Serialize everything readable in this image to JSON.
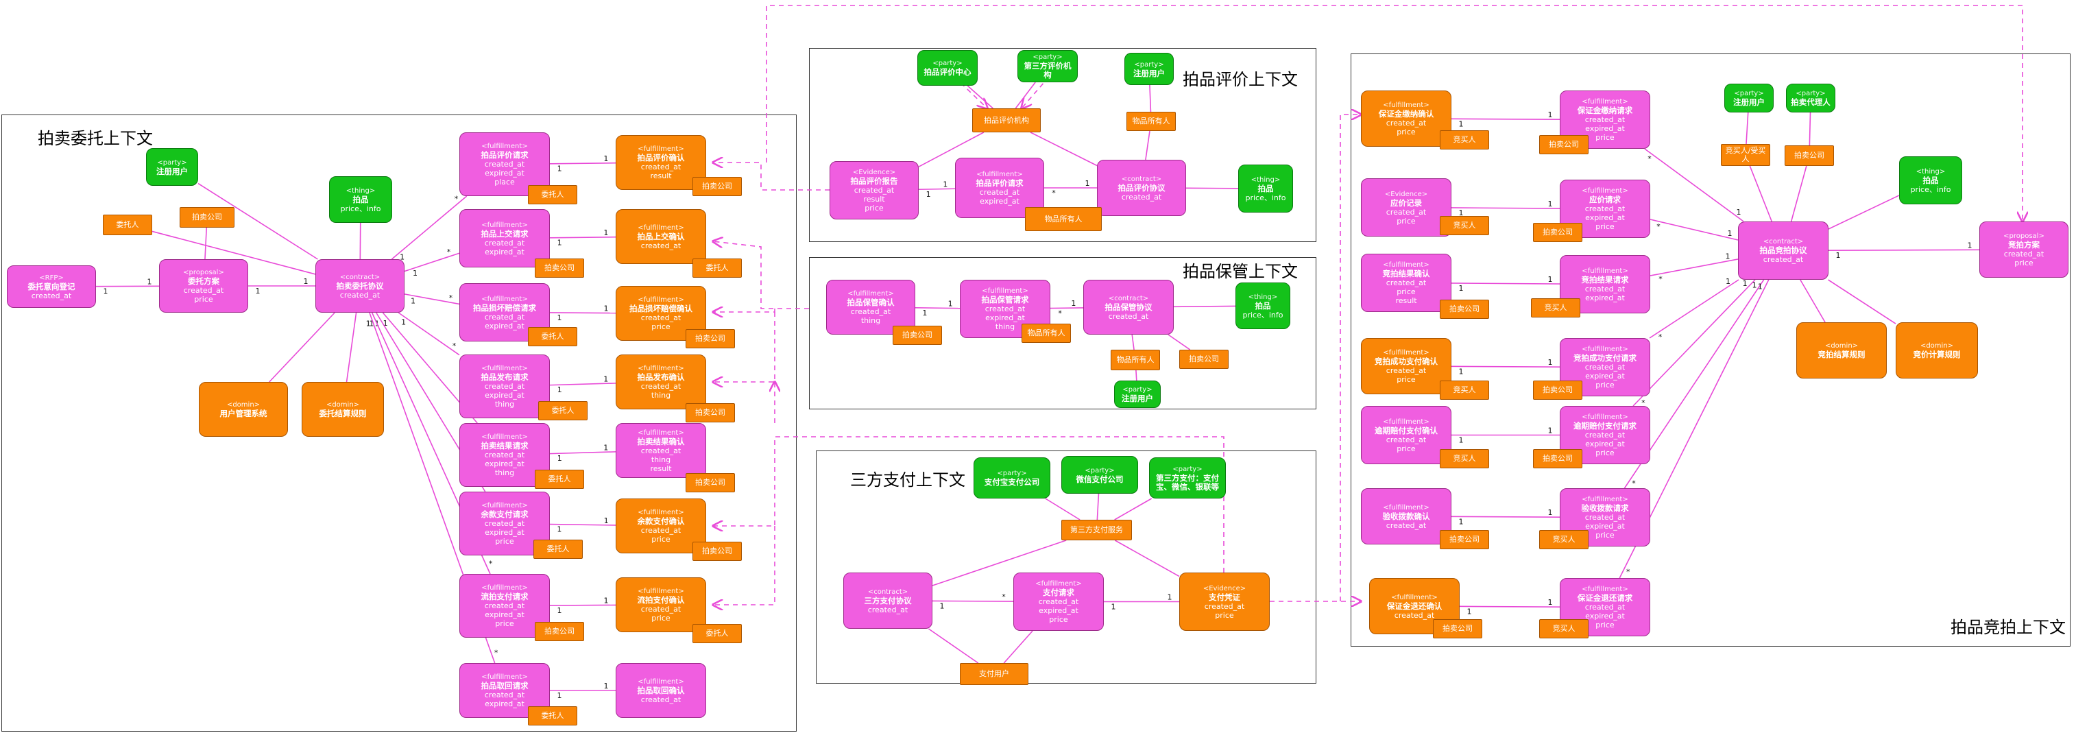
{
  "contexts": [
    {
      "id": "consign",
      "title": "拍卖委托上下文"
    },
    {
      "id": "appraise",
      "title": "拍品评价上下文"
    },
    {
      "id": "custody",
      "title": "拍品保管上下文"
    },
    {
      "id": "pay",
      "title": "三方支付上下文"
    },
    {
      "id": "bid",
      "title": "拍品竞拍上下文"
    }
  ],
  "nodes": [
    {
      "id": "rfp",
      "color": "pink",
      "stereo": "<RFP>",
      "name": "委托意向登记",
      "attrs": "created_at"
    },
    {
      "id": "proposal",
      "color": "pink",
      "stereo": "<proposal>",
      "name": "委托方案",
      "attrs": "created_at\nprice"
    },
    {
      "id": "consign_contract",
      "color": "pink",
      "stereo": "<contract>",
      "name": "拍卖委托协议",
      "attrs": "created_at"
    },
    {
      "id": "party_reg1",
      "color": "green",
      "stereo": "<party>",
      "name": "注册用户",
      "attrs": ""
    },
    {
      "id": "thing1",
      "color": "green",
      "stereo": "<thing>",
      "name": "拍品",
      "attrs": "price、info"
    },
    {
      "id": "domin_user",
      "color": "orange",
      "stereo": "<domin>",
      "name": "用户管理系统",
      "attrs": ""
    },
    {
      "id": "domin_fee",
      "color": "orange",
      "stereo": "<domin>",
      "name": "委托结算规则",
      "attrs": ""
    },
    {
      "id": "req_eval",
      "color": "pink",
      "stereo": "<fulfillment>",
      "name": "拍品评价请求",
      "attrs": "created_at\nexpired_at\nplace"
    },
    {
      "id": "req_ship",
      "color": "pink",
      "stereo": "<fulfillment>",
      "name": "拍品上交请求",
      "attrs": "created_at\nexpired_at"
    },
    {
      "id": "req_comp",
      "color": "pink",
      "stereo": "<fulfillment>",
      "name": "拍品损坏赔偿请求",
      "attrs": "created_at\nexpired_at"
    },
    {
      "id": "req_pub",
      "color": "pink",
      "stereo": "<fulfillment>",
      "name": "拍品发布请求",
      "attrs": "created_at\nexpired_at\nthing"
    },
    {
      "id": "req_res",
      "color": "pink",
      "stereo": "<fulfillment>",
      "name": "拍卖结果请求",
      "attrs": "created_at\nexpired_at\nthing"
    },
    {
      "id": "req_rest",
      "color": "pink",
      "stereo": "<fulfillment>",
      "name": "余款支付请求",
      "attrs": "created_at\nexpired_at\nprice"
    },
    {
      "id": "req_fail",
      "color": "pink",
      "stereo": "<fulfillment>",
      "name": "流拍支付请求",
      "attrs": "created_at\nexpired_at\nprice"
    },
    {
      "id": "req_back",
      "color": "pink",
      "stereo": "<fulfillment>",
      "name": "拍品取回请求",
      "attrs": "created_at\nexpired_at"
    },
    {
      "id": "cf_eval",
      "color": "orange",
      "stereo": "<fulfillment>",
      "name": "拍品评价确认",
      "attrs": "created_at\nresult"
    },
    {
      "id": "cf_ship",
      "color": "orange",
      "stereo": "<fulfillment>",
      "name": "拍品上交确认",
      "attrs": "created_at"
    },
    {
      "id": "cf_comp",
      "color": "orange",
      "stereo": "<fulfillment>",
      "name": "拍品损坏赔偿确认",
      "attrs": "created_at\nprice"
    },
    {
      "id": "cf_pub",
      "color": "orange",
      "stereo": "<fulfillment>",
      "name": "拍品发布确认",
      "attrs": "created_at\nthing"
    },
    {
      "id": "cf_res",
      "color": "pink",
      "stereo": "<fulfillment>",
      "name": "拍卖结果确认",
      "attrs": "created_at\nthing\nresult"
    },
    {
      "id": "cf_rest",
      "color": "orange",
      "stereo": "<fulfillment>",
      "name": "余款支付确认",
      "attrs": "created_at\nprice"
    },
    {
      "id": "cf_fail",
      "color": "orange",
      "stereo": "<fulfillment>",
      "name": "流拍支付确认",
      "attrs": "created_at\nprice"
    },
    {
      "id": "cf_back",
      "color": "pink",
      "stereo": "<fulfillment>",
      "name": "拍品取回确认",
      "attrs": "created_at"
    },
    {
      "id": "p_center",
      "color": "green",
      "stereo": "<party>",
      "name": "拍品评价中心",
      "attrs": ""
    },
    {
      "id": "p_third",
      "color": "green",
      "stereo": "<party>",
      "name": "第三方评价机构",
      "attrs": ""
    },
    {
      "id": "p_reg2",
      "color": "green",
      "stereo": "<party>",
      "name": "注册用户",
      "attrs": ""
    },
    {
      "id": "ev_report",
      "color": "pink",
      "stereo": "<Evidence>",
      "name": "拍品评价报告",
      "attrs": "created_at\nresult\nprice"
    },
    {
      "id": "f_evalreq",
      "color": "pink",
      "stereo": "<fulfillment>",
      "name": "拍品评价请求",
      "attrs": "created_at\nexpired_at"
    },
    {
      "id": "c_eval",
      "color": "pink",
      "stereo": "<contract>",
      "name": "拍品评价协议",
      "attrs": "created_at"
    },
    {
      "id": "t_eval",
      "color": "green",
      "stereo": "<thing>",
      "name": "拍品",
      "attrs": "price、info"
    },
    {
      "id": "f_keepcf",
      "color": "pink",
      "stereo": "<fulfillment>",
      "name": "拍品保管确认",
      "attrs": "created_at\nthing"
    },
    {
      "id": "f_keepreq",
      "color": "pink",
      "stereo": "<fulfillment>",
      "name": "拍品保管请求",
      "attrs": "created_at\nexpired_at\nthing"
    },
    {
      "id": "c_keep",
      "color": "pink",
      "stereo": "<contract>",
      "name": "拍品保管协议",
      "attrs": "created_at"
    },
    {
      "id": "t_keep",
      "color": "green",
      "stereo": "<thing>",
      "name": "拍品",
      "attrs": "price、info"
    },
    {
      "id": "p_reg3",
      "color": "green",
      "stereo": "<party>",
      "name": "注册用户",
      "attrs": ""
    },
    {
      "id": "p_ali",
      "color": "green",
      "stereo": "<party>",
      "name": "支付宝支付公司",
      "attrs": ""
    },
    {
      "id": "p_wx",
      "color": "green",
      "stereo": "<party>",
      "name": "微信支付公司",
      "attrs": ""
    },
    {
      "id": "p_3rd",
      "color": "green",
      "stereo": "<party>",
      "name": "第三方支付：支付宝、微信、银联等",
      "attrs": ""
    },
    {
      "id": "c_pay",
      "color": "pink",
      "stereo": "<contract>",
      "name": "三方支付协议",
      "attrs": "created_at"
    },
    {
      "id": "f_pay",
      "color": "pink",
      "stereo": "<fulfillment>",
      "name": "支付请求",
      "attrs": "created_at\nexpired_at\nprice"
    },
    {
      "id": "ev_pay",
      "color": "orange",
      "stereo": "<Evidence>",
      "name": "支付凭证",
      "attrs": "created_at\nprice"
    },
    {
      "id": "b_dep",
      "color": "orange",
      "stereo": "<fulfillment>",
      "name": "保证金缴纳确认",
      "attrs": "created_at\nprice"
    },
    {
      "id": "b_bidrec",
      "color": "pink",
      "stereo": "<Evidence>",
      "name": "应价记录",
      "attrs": "created_at\nprice"
    },
    {
      "id": "b_endcf",
      "color": "pink",
      "stereo": "<fulfillment>",
      "name": "竞拍结果确认",
      "attrs": "created_at\nprice\nresult"
    },
    {
      "id": "b_sucpay",
      "color": "orange",
      "stereo": "<fulfillment>",
      "name": "竞拍成功支付确认",
      "attrs": "created_at\nprice"
    },
    {
      "id": "b_latecf",
      "color": "pink",
      "stereo": "<fulfillment>",
      "name": "逾期赔付支付确认",
      "attrs": "created_at\nprice"
    },
    {
      "id": "b_recvcf",
      "color": "pink",
      "stereo": "<fulfillment>",
      "name": "验收拨款确认",
      "attrs": "created_at"
    },
    {
      "id": "b_refcf",
      "color": "orange",
      "stereo": "<fulfillment>",
      "name": "保证金退还确认",
      "attrs": "created_at"
    },
    {
      "id": "b_depreq",
      "color": "pink",
      "stereo": "<fulfillment>",
      "name": "保证金缴纳请求",
      "attrs": "created_at\nexpired_at\nprice"
    },
    {
      "id": "b_bidreq",
      "color": "pink",
      "stereo": "<fulfillment>",
      "name": "应价请求",
      "attrs": "created_at\nexpired_at\nprice"
    },
    {
      "id": "b_endreq",
      "color": "pink",
      "stereo": "<fulfillment>",
      "name": "竞拍结果请求",
      "attrs": "created_at\nexpired_at"
    },
    {
      "id": "b_sucreq",
      "color": "pink",
      "stereo": "<fulfillment>",
      "name": "竞拍成功支付请求",
      "attrs": "created_at\nexpired_at\nprice"
    },
    {
      "id": "b_latereq",
      "color": "pink",
      "stereo": "<fulfillment>",
      "name": "逾期赔付支付请求",
      "attrs": "created_at\nexpired_at\nprice"
    },
    {
      "id": "b_recvreq",
      "color": "pink",
      "stereo": "<fulfillment>",
      "name": "验收拨款请求",
      "attrs": "created_at\nexpired_at\nprice"
    },
    {
      "id": "b_refreq",
      "color": "pink",
      "stereo": "<fulfillment>",
      "name": "保证金退还请求",
      "attrs": "created_at\nexpired_at\nprice"
    },
    {
      "id": "b_contract",
      "color": "pink",
      "stereo": "<contract>",
      "name": "拍品竞拍协议",
      "attrs": "created_at"
    },
    {
      "id": "b_proposal",
      "color": "pink",
      "stereo": "<proposal>",
      "name": "竞拍方案",
      "attrs": "created_at\nprice"
    },
    {
      "id": "p_reg4",
      "color": "green",
      "stereo": "<party>",
      "name": "注册用户",
      "attrs": ""
    },
    {
      "id": "p_agent",
      "color": "green",
      "stereo": "<party>",
      "name": "拍卖代理人",
      "attrs": ""
    },
    {
      "id": "t_bid",
      "color": "green",
      "stereo": "<thing>",
      "name": "拍品",
      "attrs": "price、info"
    },
    {
      "id": "d_bidrule",
      "color": "orange",
      "stereo": "<domin>",
      "name": "竞拍结算规则",
      "attrs": ""
    },
    {
      "id": "d_bidcalc",
      "color": "orange",
      "stereo": "<domin>",
      "name": "竞价计算规则",
      "attrs": ""
    }
  ],
  "tags": [
    {
      "id": "tg_weituoren",
      "text": "委托人"
    },
    {
      "id": "tg_paimaigs1",
      "text": "拍卖公司"
    },
    {
      "id": "tg_e1",
      "text": "委托人"
    },
    {
      "id": "tg_e2",
      "text": "拍卖公司"
    },
    {
      "id": "tg_e3",
      "text": "委托人"
    },
    {
      "id": "tg_e4",
      "text": "委托人"
    },
    {
      "id": "tg_e5",
      "text": "委托人"
    },
    {
      "id": "tg_e6",
      "text": "委托人"
    },
    {
      "id": "tg_e7",
      "text": "拍卖公司"
    },
    {
      "id": "tg_e8",
      "text": "委托人"
    },
    {
      "id": "tg_c1",
      "text": "拍卖公司"
    },
    {
      "id": "tg_c2",
      "text": "委托人"
    },
    {
      "id": "tg_c3",
      "text": "拍卖公司"
    },
    {
      "id": "tg_c4",
      "text": "拍卖公司"
    },
    {
      "id": "tg_c5",
      "text": "拍卖公司"
    },
    {
      "id": "tg_c6",
      "text": "拍卖公司"
    },
    {
      "id": "tg_c7",
      "text": "委托人"
    },
    {
      "id": "tg_eval_org",
      "text": "拍品评价机构"
    },
    {
      "id": "tg_owner1",
      "text": "物品所有人"
    },
    {
      "id": "tg_owner2",
      "text": "物品所有人"
    },
    {
      "id": "tg_keep_co",
      "text": "拍卖公司"
    },
    {
      "id": "tg_owner3",
      "text": "物品所有人"
    },
    {
      "id": "tg_owner4",
      "text": "物品所有人"
    },
    {
      "id": "tg_keep_co2",
      "text": "拍卖公司"
    },
    {
      "id": "tg_paysvc",
      "text": "第三方支付服务"
    },
    {
      "id": "tg_payuser",
      "text": "支付用户"
    },
    {
      "id": "tg_b1",
      "text": "竞买人"
    },
    {
      "id": "tg_b2",
      "text": "竞买人"
    },
    {
      "id": "tg_b3",
      "text": "拍卖公司"
    },
    {
      "id": "tg_b4",
      "text": "竞买人"
    },
    {
      "id": "tg_b5",
      "text": "竞买人"
    },
    {
      "id": "tg_b6",
      "text": "拍卖公司"
    },
    {
      "id": "tg_b7",
      "text": "拍卖公司"
    },
    {
      "id": "tg_r1",
      "text": "拍卖公司"
    },
    {
      "id": "tg_r2",
      "text": "拍卖公司"
    },
    {
      "id": "tg_r3",
      "text": "竞买人"
    },
    {
      "id": "tg_r4",
      "text": "拍卖公司"
    },
    {
      "id": "tg_r5",
      "text": "拍卖公司"
    },
    {
      "id": "tg_r6",
      "text": "竞买人"
    },
    {
      "id": "tg_r7",
      "text": "竞买人"
    },
    {
      "id": "tg_buyer_seller",
      "text": "竞买人/受买人"
    },
    {
      "id": "tg_bid_co",
      "text": "拍卖公司"
    }
  ],
  "multiplicity": {
    "one": "1",
    "many": "*"
  },
  "colors": {
    "pink": "#f05ee0",
    "orange": "#f98607",
    "green": "#14c21a",
    "link": "#e84ad8",
    "border": "#333333"
  }
}
